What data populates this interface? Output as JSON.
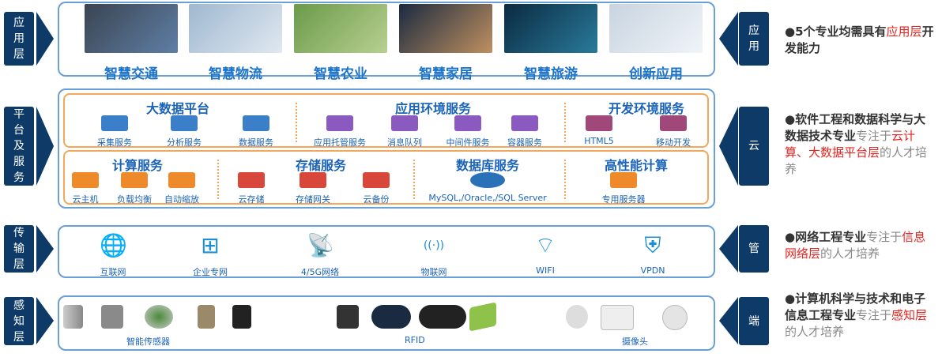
{
  "layers_left": [
    "应用层",
    "平台及服务",
    "传输层",
    "感知层"
  ],
  "layers_right": [
    "应用",
    "云",
    "管",
    "端"
  ],
  "apps": [
    {
      "label": "智慧交通",
      "colors": [
        "#3b4452",
        "#5e7fa6"
      ]
    },
    {
      "label": "智慧物流",
      "colors": [
        "#9fb8d0",
        "#e0e8f0"
      ]
    },
    {
      "label": "智慧农业",
      "colors": [
        "#6a9a4a",
        "#b8d090"
      ]
    },
    {
      "label": "智慧家居",
      "colors": [
        "#1a2a40",
        "#c09060"
      ]
    },
    {
      "label": "智慧旅游",
      "colors": [
        "#0a2a40",
        "#2a7a9a"
      ]
    },
    {
      "label": "创新应用",
      "colors": [
        "#c8d4e0",
        "#f0f4f8"
      ]
    }
  ],
  "platform": {
    "bigdata": {
      "title": "大数据平台",
      "items": [
        "采集服务",
        "分析服务",
        "数据服务"
      ]
    },
    "appenv": {
      "title": "应用环境服务",
      "items": [
        "应用托管服务",
        "消息队列",
        "中间件服务",
        "容器服务"
      ]
    },
    "devenv": {
      "title": "开发环境服务",
      "items": [
        "HTML5",
        "移动开发"
      ]
    },
    "compute": {
      "title": "计算服务",
      "items": [
        "云主机",
        "负载均衡",
        "自动缩放"
      ]
    },
    "storage": {
      "title": "存储服务",
      "items": [
        "云存储",
        "存储网关",
        "云备份"
      ]
    },
    "database": {
      "title": "数据库服务",
      "items": [
        "MySQL,/Oracle,/SQL Server"
      ]
    },
    "hpc": {
      "title": "高性能计算",
      "items": [
        "专用服务器"
      ]
    }
  },
  "network": [
    {
      "label": "互联网",
      "icon": "globe-icon",
      "glyph": "🌐"
    },
    {
      "label": "企业专网",
      "icon": "network-tree-icon",
      "glyph": "⊞"
    },
    {
      "label": "4/5G网络",
      "icon": "cell-tower-icon",
      "glyph": "📡"
    },
    {
      "label": "物联网",
      "icon": "antenna-icon",
      "glyph": "((·))"
    },
    {
      "label": "WIFI",
      "icon": "wifi-icon",
      "glyph": "⌔"
    },
    {
      "label": "VPDN",
      "icon": "firewall-shield-icon",
      "glyph": "⛨"
    }
  ],
  "sensing": [
    "智能传感器",
    "RFID",
    "摄像头"
  ],
  "notes": [
    {
      "bold": "5个专业均需具有",
      "red": "应用层",
      "tail": "开发能力"
    },
    {
      "bold": "软件工程和数据科学与大数据技术专业",
      "gray": "专注于",
      "red": "云计算、大数据平台层",
      "tail": "的人才培养"
    },
    {
      "bold": "网络工程专业",
      "gray": "专注于",
      "red": "信息网络层",
      "tail": "的人才培养"
    },
    {
      "bold": "计算机科学与技术和电子信息工程专业",
      "gray": "专注于",
      "red": "感知层",
      "tail": "的人才培养"
    }
  ],
  "colors": {
    "navy": "#0d3a66",
    "blue": "#1a63b8",
    "orange": "#f2a75a",
    "red": "#e8231f"
  }
}
